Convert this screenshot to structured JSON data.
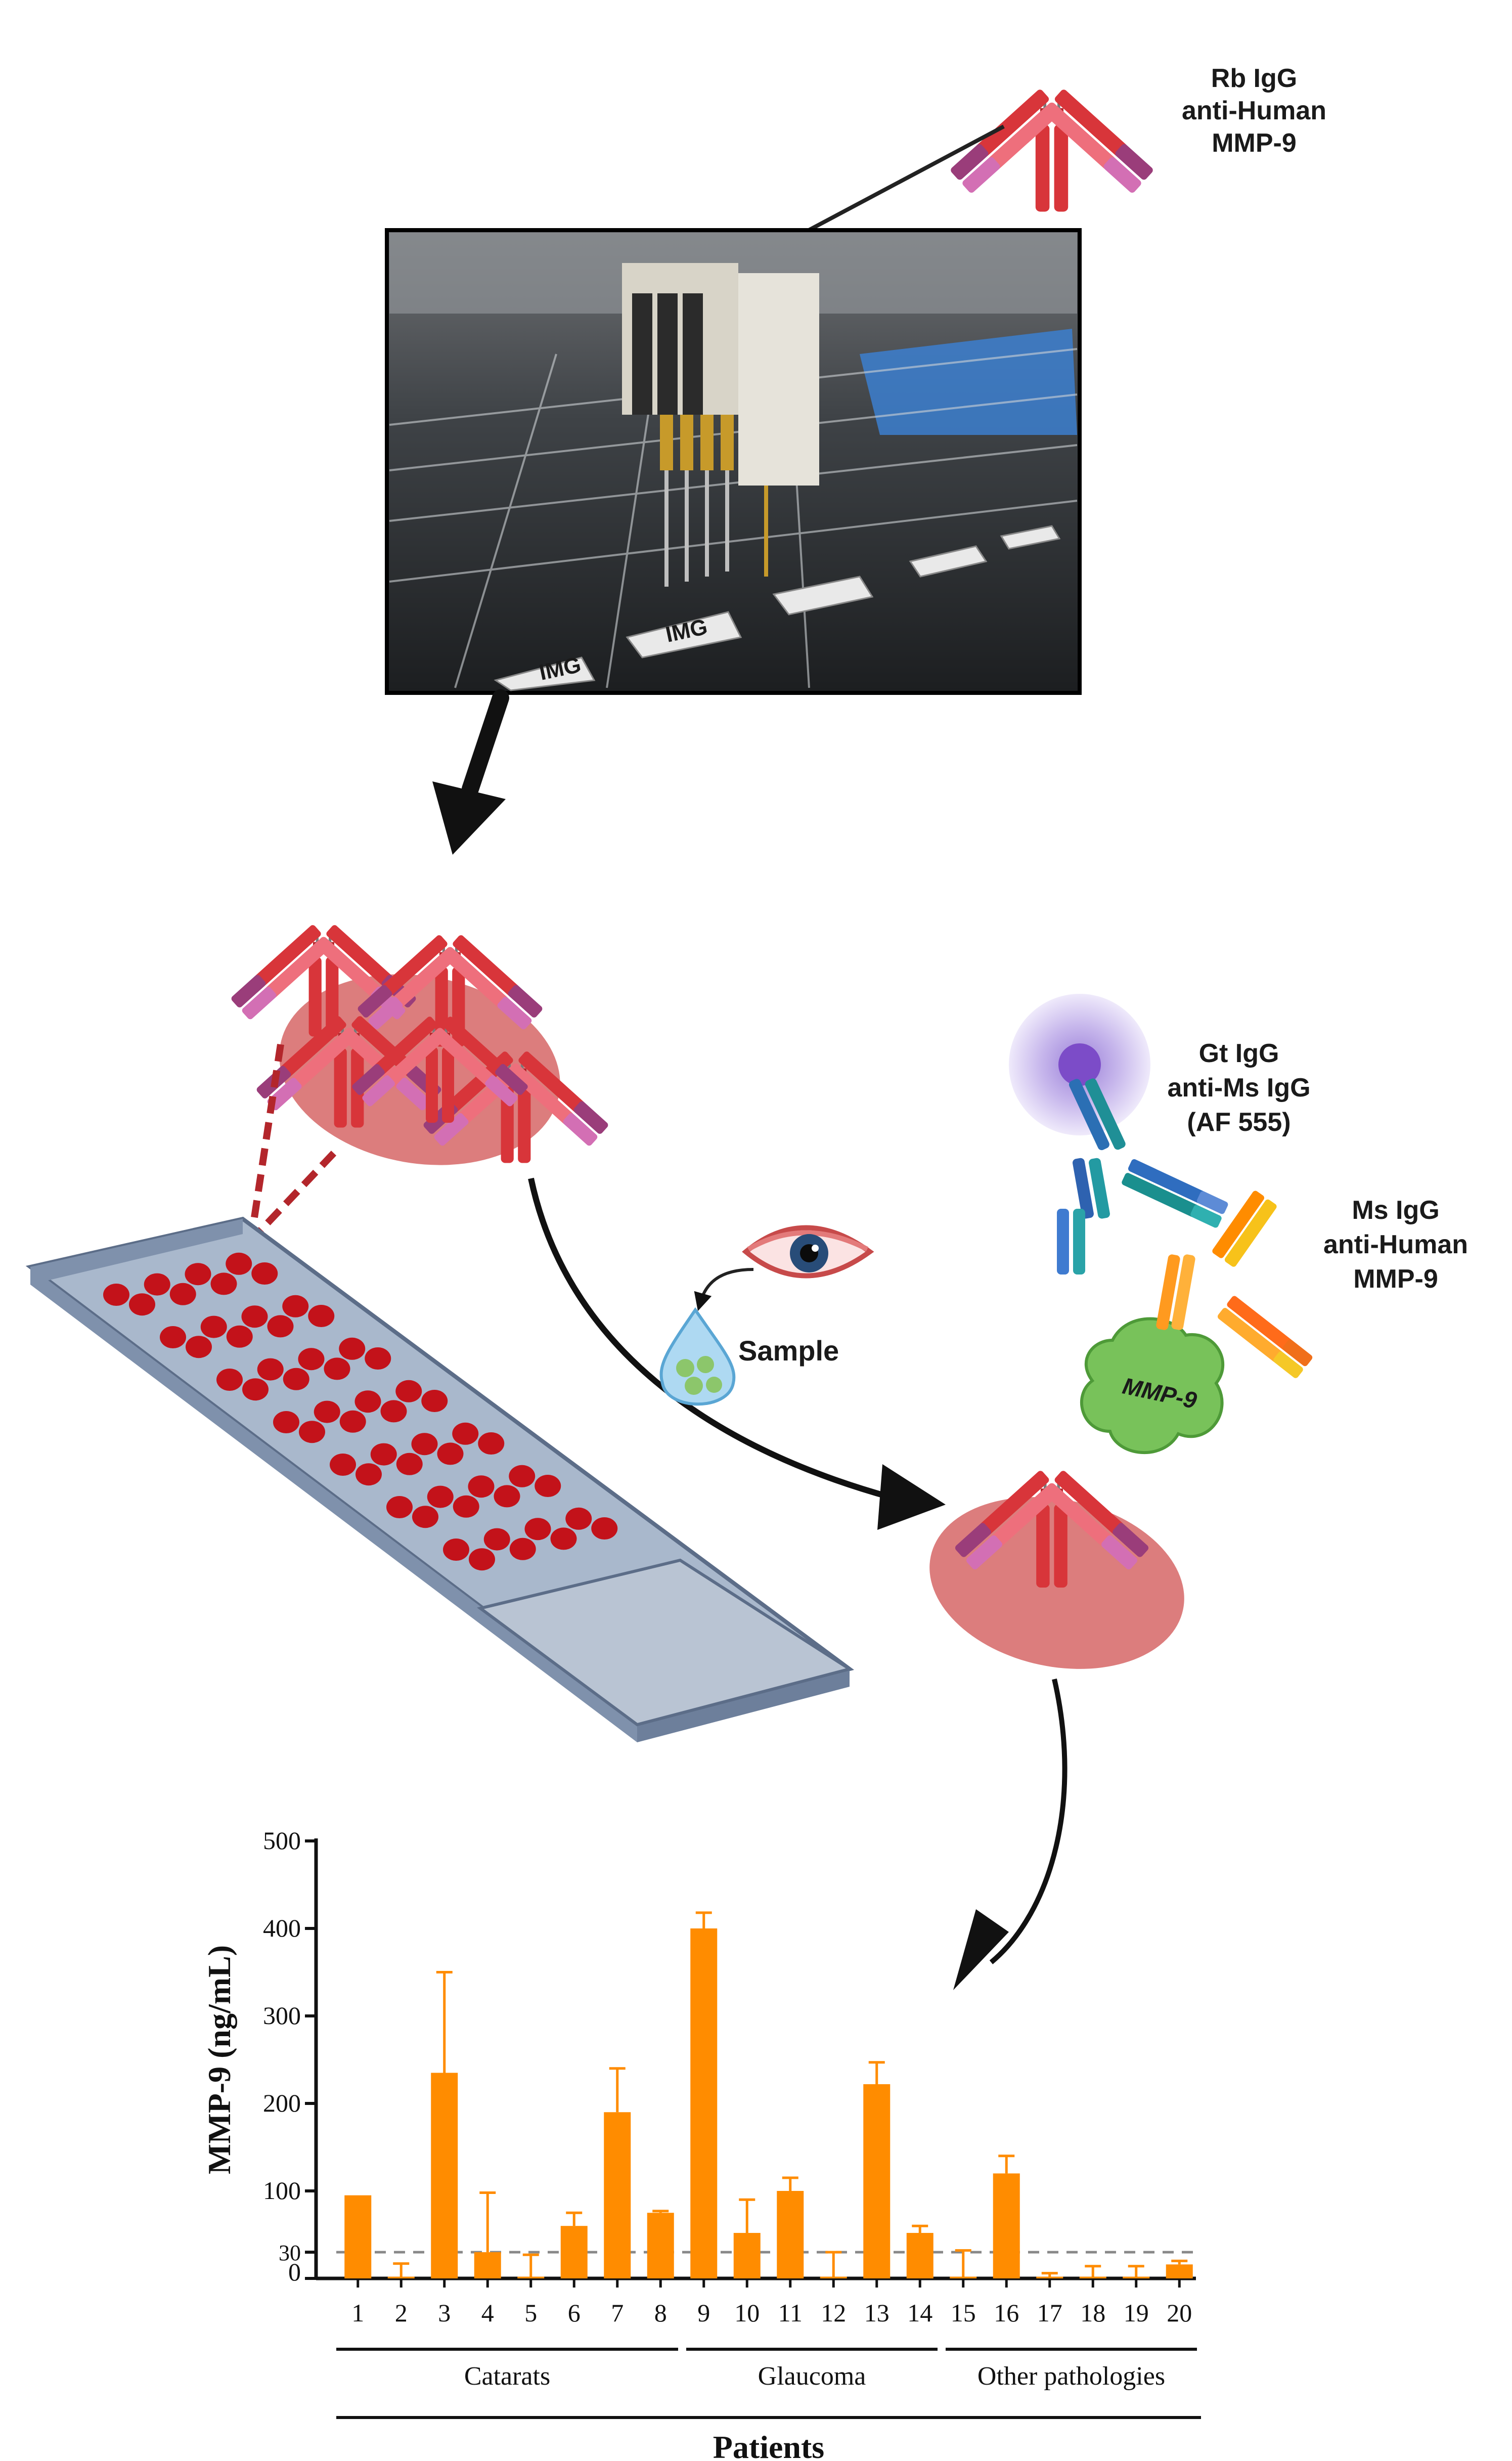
{
  "labels": {
    "rb_line1": "Rb IgG",
    "rb_line2": "anti-Human",
    "rb_line3": "MMP-9",
    "gt_line1": "Gt IgG",
    "gt_line2": "anti-Ms IgG",
    "gt_line3": "(AF 555)",
    "ms_line1": "Ms IgG",
    "ms_line2": "anti-Human",
    "ms_line3": "MMP-9",
    "sample": "Sample",
    "mmp9_blob": "MMP-9",
    "photo_logo": "IMG"
  },
  "colors": {
    "antibody_red": "#d8353a",
    "antibody_pink": "#ee6f7c",
    "antibody_purple": "#9a3d7a",
    "antibody_magenta": "#d36fb4",
    "spot_red": "#c3121a",
    "ellipse_fill": "#dc7d7d",
    "slide_glass": "#a9b8cc",
    "bar_orange": "#ff8c00",
    "arrow_black": "#111111",
    "mmp9_green": "#78c25a"
  },
  "chart_data": {
    "type": "bar",
    "ylabel": "MMP-9 (ng/mL)",
    "xlabel": "Patients",
    "ylim": [
      0,
      500
    ],
    "yticks": [
      0,
      30,
      100,
      200,
      300,
      400,
      500
    ],
    "threshold": 30,
    "categories": [
      "1",
      "2",
      "3",
      "4",
      "5",
      "6",
      "7",
      "8",
      "9",
      "10",
      "11",
      "12",
      "13",
      "14",
      "15",
      "16",
      "17",
      "18",
      "19",
      "20"
    ],
    "values": [
      95,
      2,
      235,
      30,
      2,
      60,
      190,
      75,
      400,
      52,
      100,
      2,
      222,
      52,
      2,
      120,
      2,
      2,
      2,
      16
    ],
    "errors": [
      0,
      15,
      115,
      68,
      25,
      15,
      50,
      2,
      18,
      38,
      15,
      28,
      25,
      8,
      30,
      20,
      4,
      12,
      12,
      4
    ],
    "groups": [
      {
        "name": "Catarats",
        "from": 1,
        "to": 8
      },
      {
        "name": "Glaucoma",
        "from": 9,
        "to": 14
      },
      {
        "name": "Other pathologies",
        "from": 15,
        "to": 20
      }
    ]
  }
}
